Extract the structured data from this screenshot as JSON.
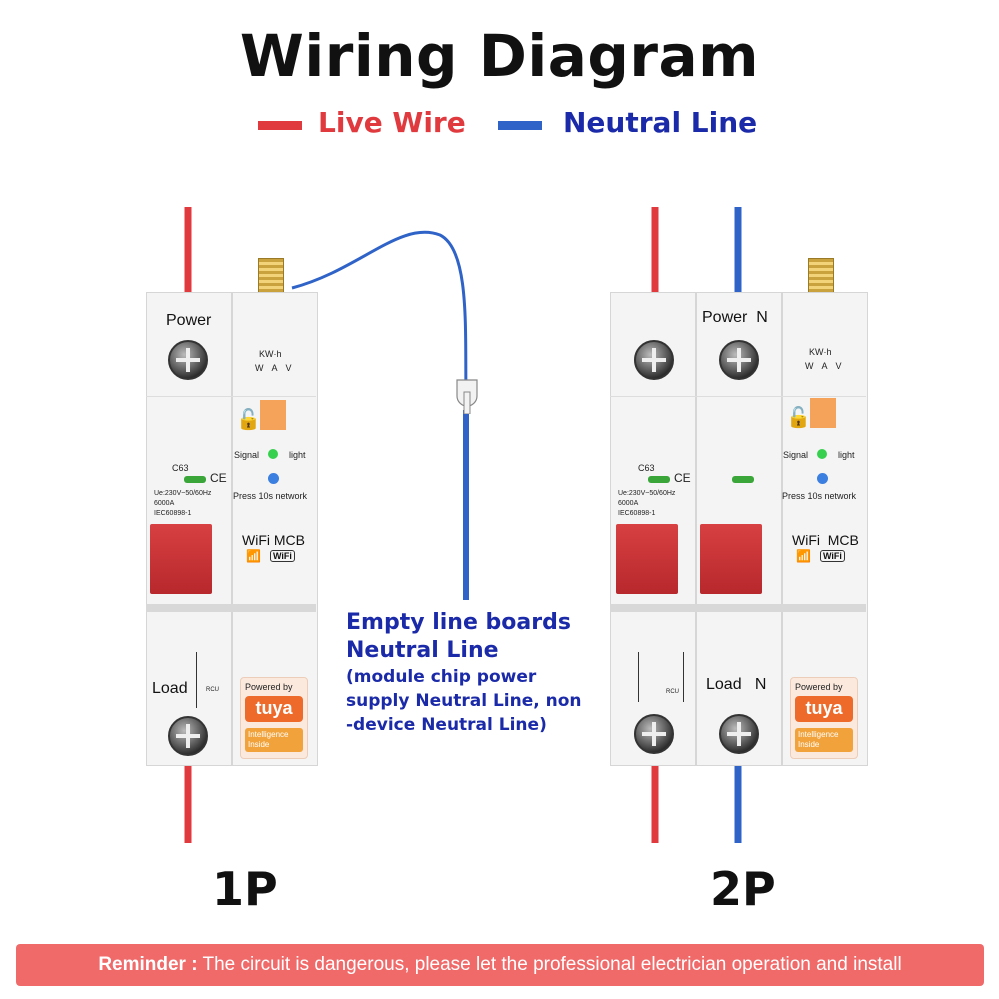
{
  "title": "Wiring Diagram",
  "legend": {
    "live": {
      "label": "Live Wire",
      "color": "#e0393e"
    },
    "neutral": {
      "label": "Neutral Line",
      "color": "#2f63c7"
    }
  },
  "breaker_1p": {
    "pole_label": "1P",
    "power_label": "Power",
    "load_label": "Load",
    "meter_label": "KW·h",
    "meter_units": "W A V",
    "rating": "C63",
    "ce": "CE",
    "specs": [
      "Ue:230V~50/60Hz",
      "6000A",
      "IEC60898-1"
    ],
    "signal_label": "Signal",
    "light_label": "light",
    "press_label": "Press 10s network",
    "wifi_mcb": "WiFi  MCB",
    "wifi_badge": "WiFi",
    "rcu": "RCU",
    "powered_by": "Powered by",
    "tuya": "tuya",
    "intelligence": "Intelligence Inside"
  },
  "breaker_2p": {
    "pole_label": "2P",
    "power_label": "Power  N",
    "load_label": "Load   N",
    "meter_label": "KW·h",
    "meter_units": "W A V",
    "rating": "C63",
    "ce": "CE",
    "specs": [
      "Ue:230V~50/60Hz",
      "6000A",
      "IEC60898-1"
    ],
    "signal_label": "Signal",
    "light_label": "light",
    "press_label": "Press 10s network",
    "wifi_mcb": "WiFi  MCB",
    "wifi_badge": "WiFi",
    "rcu": "RCU",
    "powered_by": "Powered by",
    "tuya": "tuya",
    "intelligence": "Intelligence Inside"
  },
  "annotation": {
    "line1": "Empty line boards",
    "line2": "Neutral Line",
    "line3": "(module chip power",
    "line4": "supply Neutral Line, non",
    "line5": "-device Neutral Line)"
  },
  "reminder": {
    "bold": "Reminder :",
    "text": " The circuit is dangerous, please let the professional electrician operation and install"
  }
}
